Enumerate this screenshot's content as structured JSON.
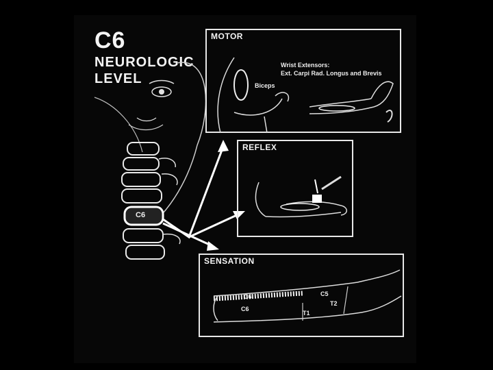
{
  "title": {
    "code": "C6",
    "line1": "NEUROLOGIC",
    "line2": "LEVEL"
  },
  "motor": {
    "heading": "MOTOR",
    "biceps_label": "Biceps",
    "wrist_label": "Wrist Extensors:",
    "wrist_detail": "Ext. Carpi Rad. Longus and Brevis"
  },
  "reflex": {
    "heading": "REFLEX"
  },
  "sensation": {
    "heading": "SENSATION",
    "dermatomes": [
      "C6",
      "C5",
      "T1",
      "T2",
      "C6"
    ]
  },
  "spine": {
    "highlight_label": "C6"
  }
}
